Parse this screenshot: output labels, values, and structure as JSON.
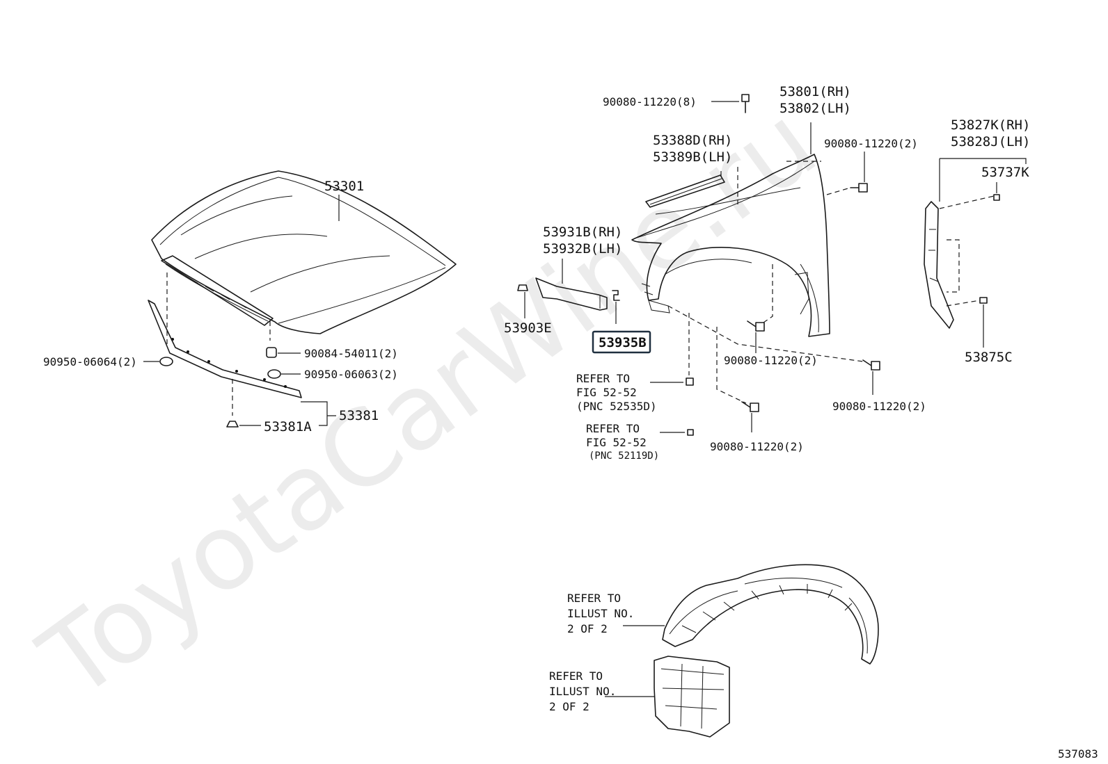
{
  "watermark": "ToyotaCarWine.ru",
  "figure_number": "537083",
  "parts": {
    "hood": "53301",
    "hood_seal_clip_grommet_left": "90950-06064(2)",
    "hood_cushion": "90084-54011(2)",
    "hood_seal_clip_grommet_right": "90950-06063(2)",
    "hood_to_cowl_seal": "53381",
    "hood_seal_clip": "53381A",
    "fender_bolt_top": "90080-11220(8)",
    "fender_rh": "53801(RH)",
    "fender_lh": "53802(LH)",
    "fender_seal_rh": "53388D(RH)",
    "fender_seal_lh": "53389B(LH)",
    "fender_bolt_upper_right": "90080-11220(2)",
    "liner_seal_rh": "53827K(RH)",
    "liner_seal_lh": "53828J(LH)",
    "liner_clip_upper": "53737K",
    "fender_bracket_rh": "53931B(RH)",
    "fender_bracket_lh": "53932B(LH)",
    "bracket_clip": "53903E",
    "highlighted_part": "53935B",
    "fender_bolt_wheel": "90080-11220(2)",
    "fender_bolt_lower_right": "90080-11220(2)",
    "fender_bolt_lower": "90080-11220(2)",
    "liner_clip_lower": "53875C"
  },
  "references": {
    "ref_a": {
      "line1": "REFER TO",
      "line2": "FIG 52-52",
      "line3": "(PNC 52535D)"
    },
    "ref_b": {
      "line1": "REFER TO",
      "line2": "FIG 52-52",
      "line3": "(PNC 52119D)"
    },
    "ref_c": {
      "line1": "REFER TO",
      "line2": "ILLUST NO.",
      "line3": "2 OF 2"
    },
    "ref_d": {
      "line1": "REFER TO",
      "line2": "ILLUST NO.",
      "line3": "2 OF 2"
    }
  }
}
